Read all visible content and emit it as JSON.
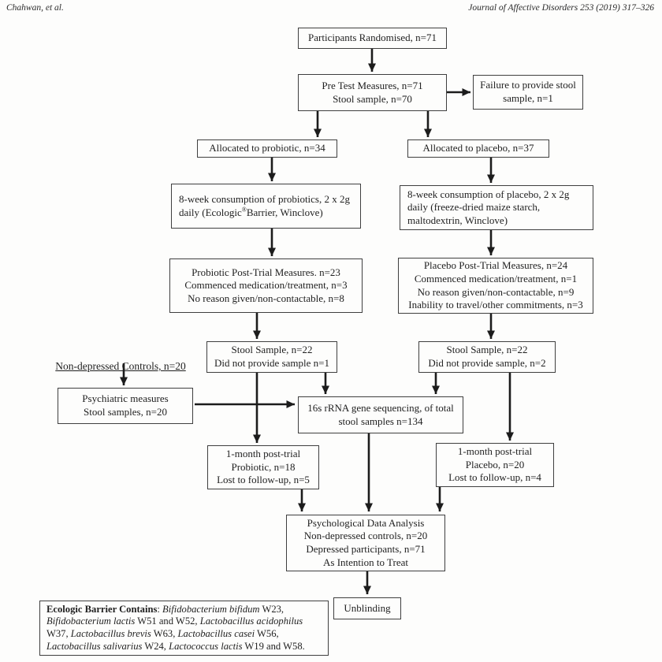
{
  "header": {
    "left": "Chahwan, et al.",
    "right": "Journal of Affective Disorders 253 (2019) 317–326"
  },
  "colors": {
    "ink": "#1c1c1c",
    "box_border": "#3f3f3f",
    "background": "#fdfdfc"
  },
  "boxes": {
    "randomised": "Participants Randomised, n=71",
    "pretest": "Pre Test Measures, n=71\nStool sample, n=70",
    "failure": "Failure to provide stool\nsample, n=1",
    "alloc_probiotic": "Allocated to probiotic, n=34",
    "alloc_placebo": "Allocated to placebo, n=37",
    "consume_probiotic": {
      "pre": "8-week consumption of probiotics, 2 x 2g\ndaily (Ecologic",
      "sup": "®",
      "post": "Barrier, Winclove)"
    },
    "consume_placebo": "8-week consumption of placebo, 2 x 2g\ndaily (freeze-dried maize starch,\nmaltodextrin, Winclove)",
    "posttrial_probiotic": "Probiotic Post-Trial Measures. n=23\nCommenced medication/treatment, n=3\nNo reason given/non-contactable, n=8",
    "posttrial_placebo": "Placebo Post-Trial Measures, n=24\nCommenced medication/treatment, n=1\nNo reason given/non-contactable, n=9\nInability to travel/other commitments, n=3",
    "controls_label": "Non-depressed Controls, n=20",
    "stool_probiotic": "Stool Sample, n=22\nDid not provide sample n=1",
    "stool_placebo": "Stool Sample, n=22\nDid not provide sample, n=2",
    "psychiatric": "Psychiatric measures\nStool samples, n=20",
    "sequencing": "16s rRNA gene sequencing, of total\nstool samples n=134",
    "followup_probiotic": "1-month post-trial\nProbiotic, n=18\nLost to follow-up, n=5",
    "followup_placebo": "1-month post-trial\nPlacebo, n=20\nLost to follow-up, n=4",
    "analysis": "Psychological Data Analysis\nNon-depressed controls, n=20\nDepressed participants, n=71\nAs Intention to Treat",
    "unblinding": "Unblinding"
  },
  "ecologic": {
    "segments": [
      {
        "style": "bold",
        "text": "Ecologic Barrier Contains"
      },
      {
        "style": "normal",
        "text": ": "
      },
      {
        "style": "italic",
        "text": "Bifidobacterium bifidum"
      },
      {
        "style": "normal",
        "text": " W23, "
      },
      {
        "style": "italic",
        "text": "Bifidobacterium lactis"
      },
      {
        "style": "normal",
        "text": " W51 and W52, "
      },
      {
        "style": "italic",
        "text": "Lactobacillus acidophilus"
      },
      {
        "style": "normal",
        "text": " W37, "
      },
      {
        "style": "italic",
        "text": "Lactobacillus brevis"
      },
      {
        "style": "normal",
        "text": " W63, "
      },
      {
        "style": "italic",
        "text": "Lactobacillus casei"
      },
      {
        "style": "normal",
        "text": " W56, "
      },
      {
        "style": "italic",
        "text": "Lactobacillus salivarius"
      },
      {
        "style": "normal",
        "text": " W24, "
      },
      {
        "style": "italic",
        "text": "Lactococcus lactis"
      },
      {
        "style": "normal",
        "text": " W19 and W58."
      }
    ]
  }
}
